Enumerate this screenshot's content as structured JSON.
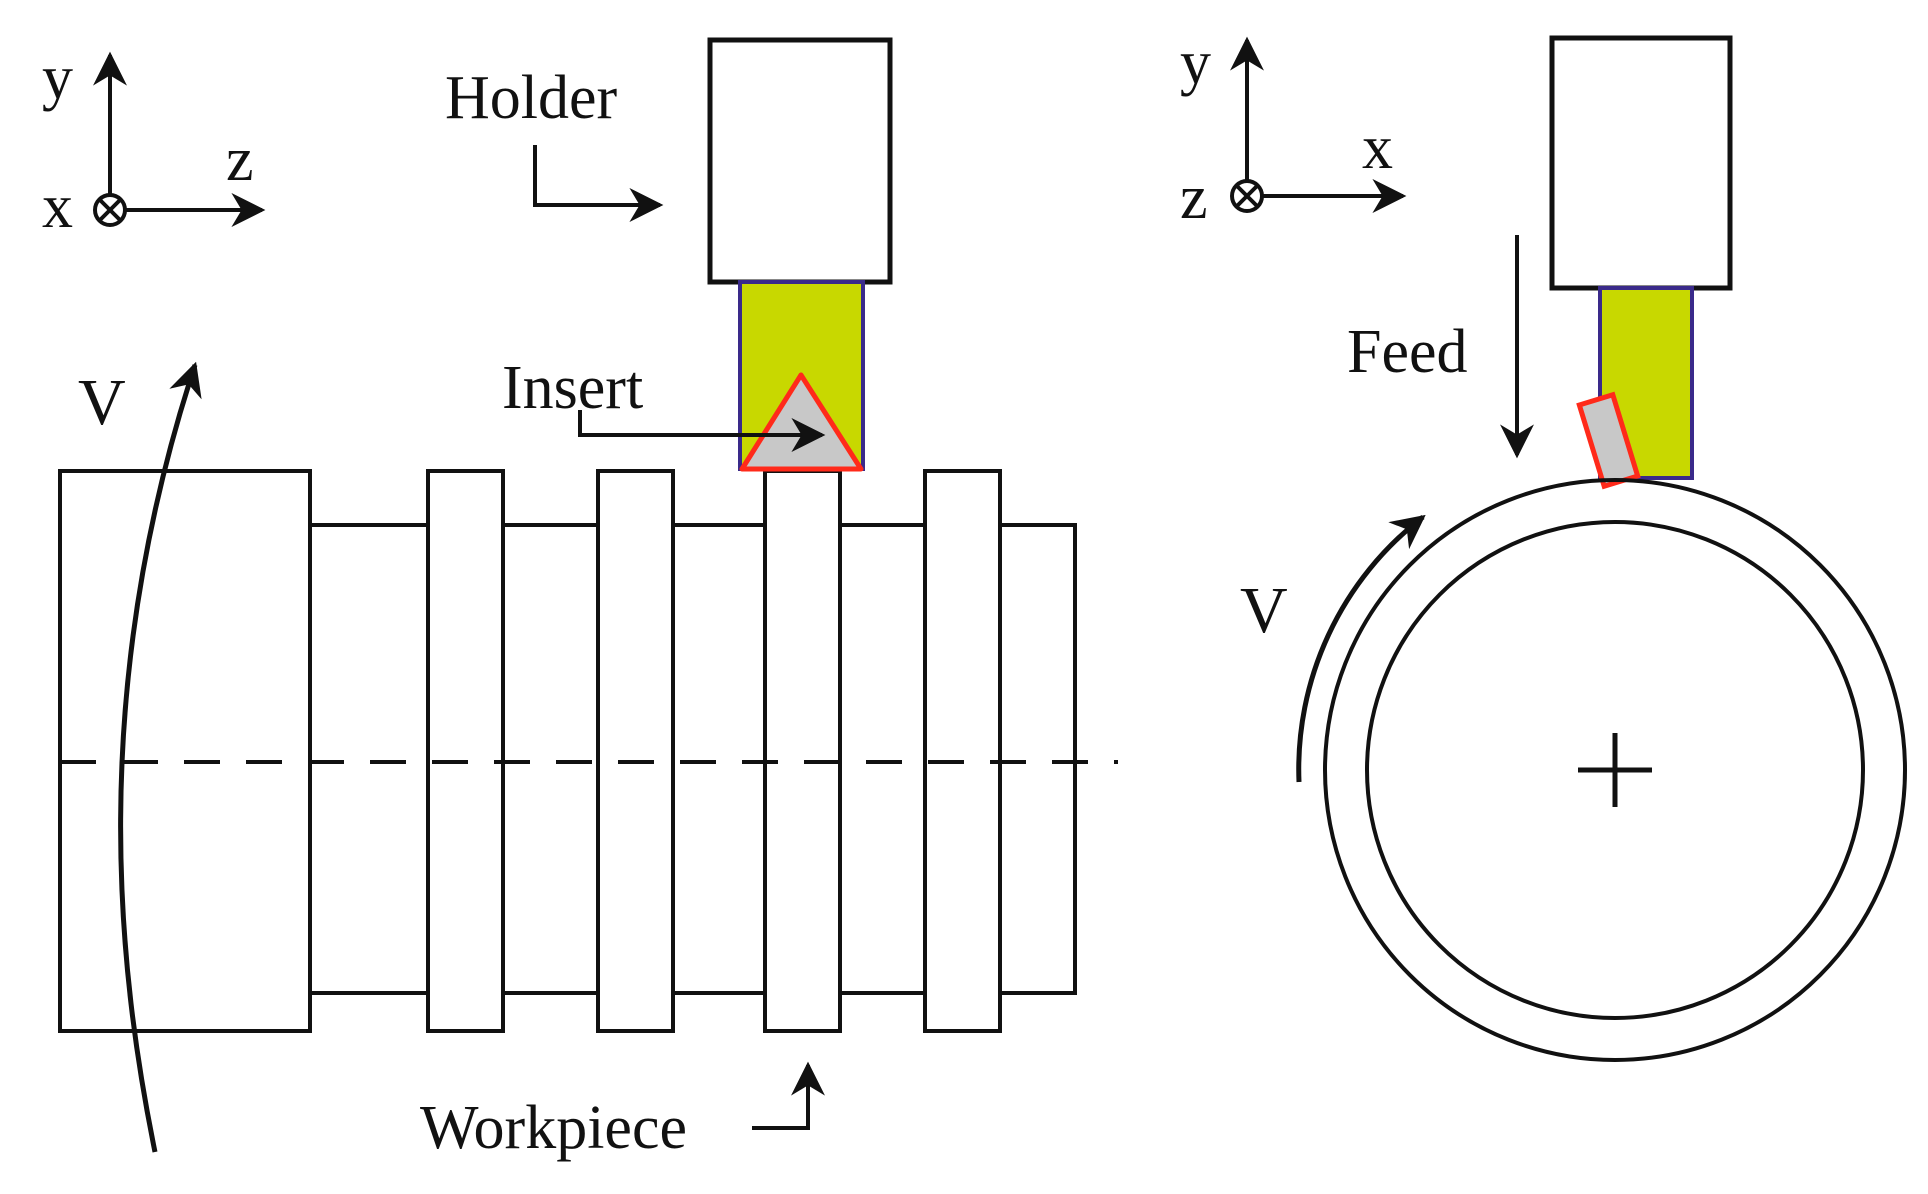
{
  "labels": {
    "holder": "Holder",
    "insert": "Insert",
    "workpiece": "Workpiece",
    "feed": "Feed",
    "v_side": "V",
    "v_front": "V"
  },
  "axes_left": {
    "y": "y",
    "z": "z",
    "x": "x"
  },
  "axes_right": {
    "y": "y",
    "x": "x",
    "z": "z"
  },
  "colors": {
    "line": "#111111",
    "tool_shank": "#c8d800",
    "tool_shank_border": "#3a2a8a",
    "insert_fill": "#c8c8c8",
    "insert_border": "#ff2a1a",
    "background": "#ffffff"
  }
}
